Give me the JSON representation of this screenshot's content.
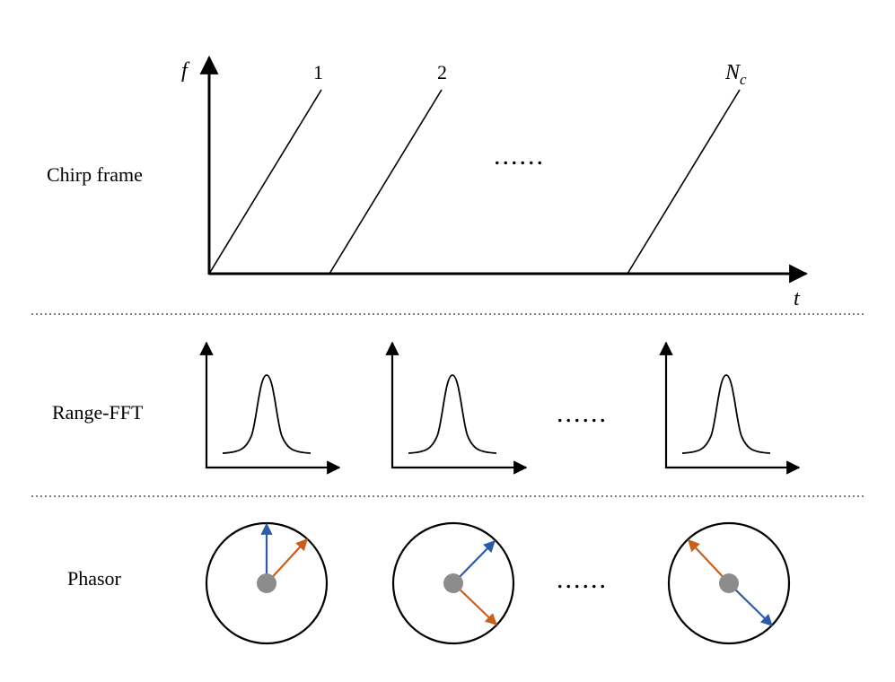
{
  "rows": {
    "chirp_frame": {
      "label": "Chirp frame"
    },
    "range_fft": {
      "label": "Range-FFT"
    },
    "phasor": {
      "label": "Phasor"
    }
  },
  "chirp_axes": {
    "y_var": "f",
    "x_var": "t"
  },
  "chirps": [
    {
      "label": "1"
    },
    {
      "label": "2"
    },
    {
      "label": "N",
      "subscript": "c"
    }
  ],
  "ellipsis": "......",
  "colors": {
    "line": "#000000",
    "separator": "#555555",
    "phasor_blue": "#2e5aa8",
    "phasor_orange": "#c8601a",
    "phasor_center": "#8c8c8c"
  }
}
